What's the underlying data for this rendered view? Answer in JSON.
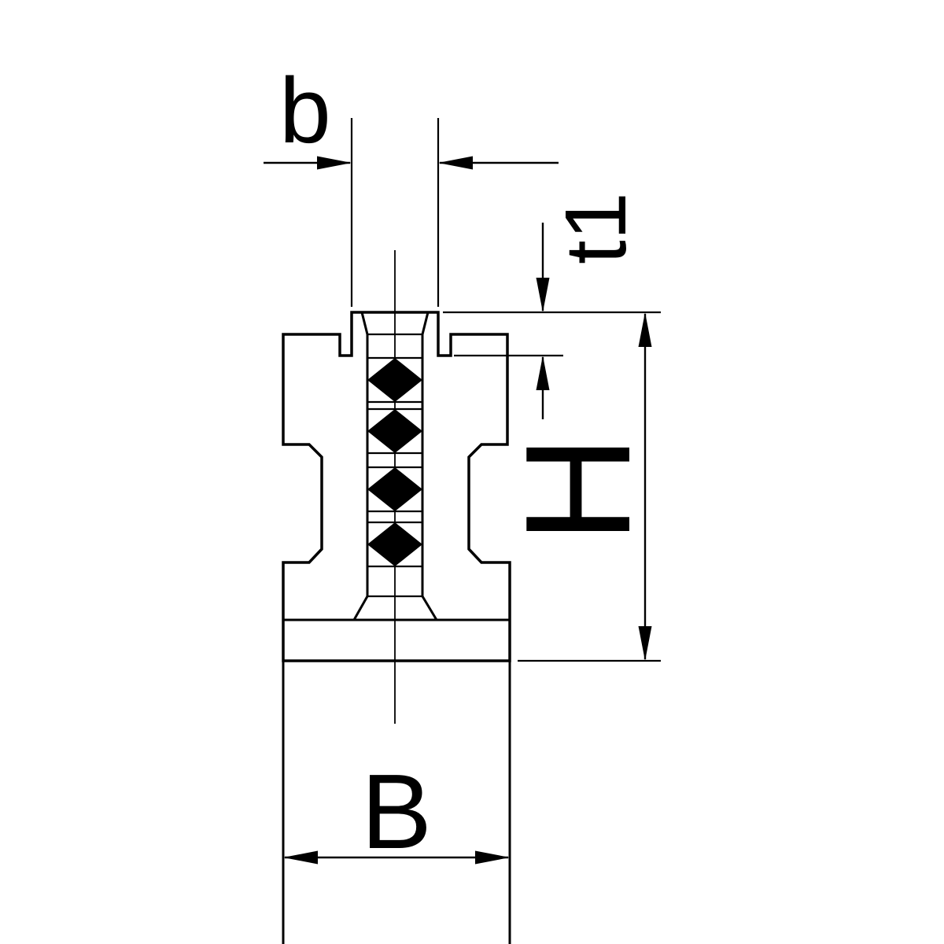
{
  "drawing": {
    "labels": {
      "tongue_width": "b",
      "tongue_depth": "t1",
      "overall_height": "H",
      "base_width": "B"
    },
    "colors": {
      "background": "#ffffff",
      "line": "#000000",
      "part_fill": "#ebebeb",
      "serration_fill": "#000000"
    }
  }
}
